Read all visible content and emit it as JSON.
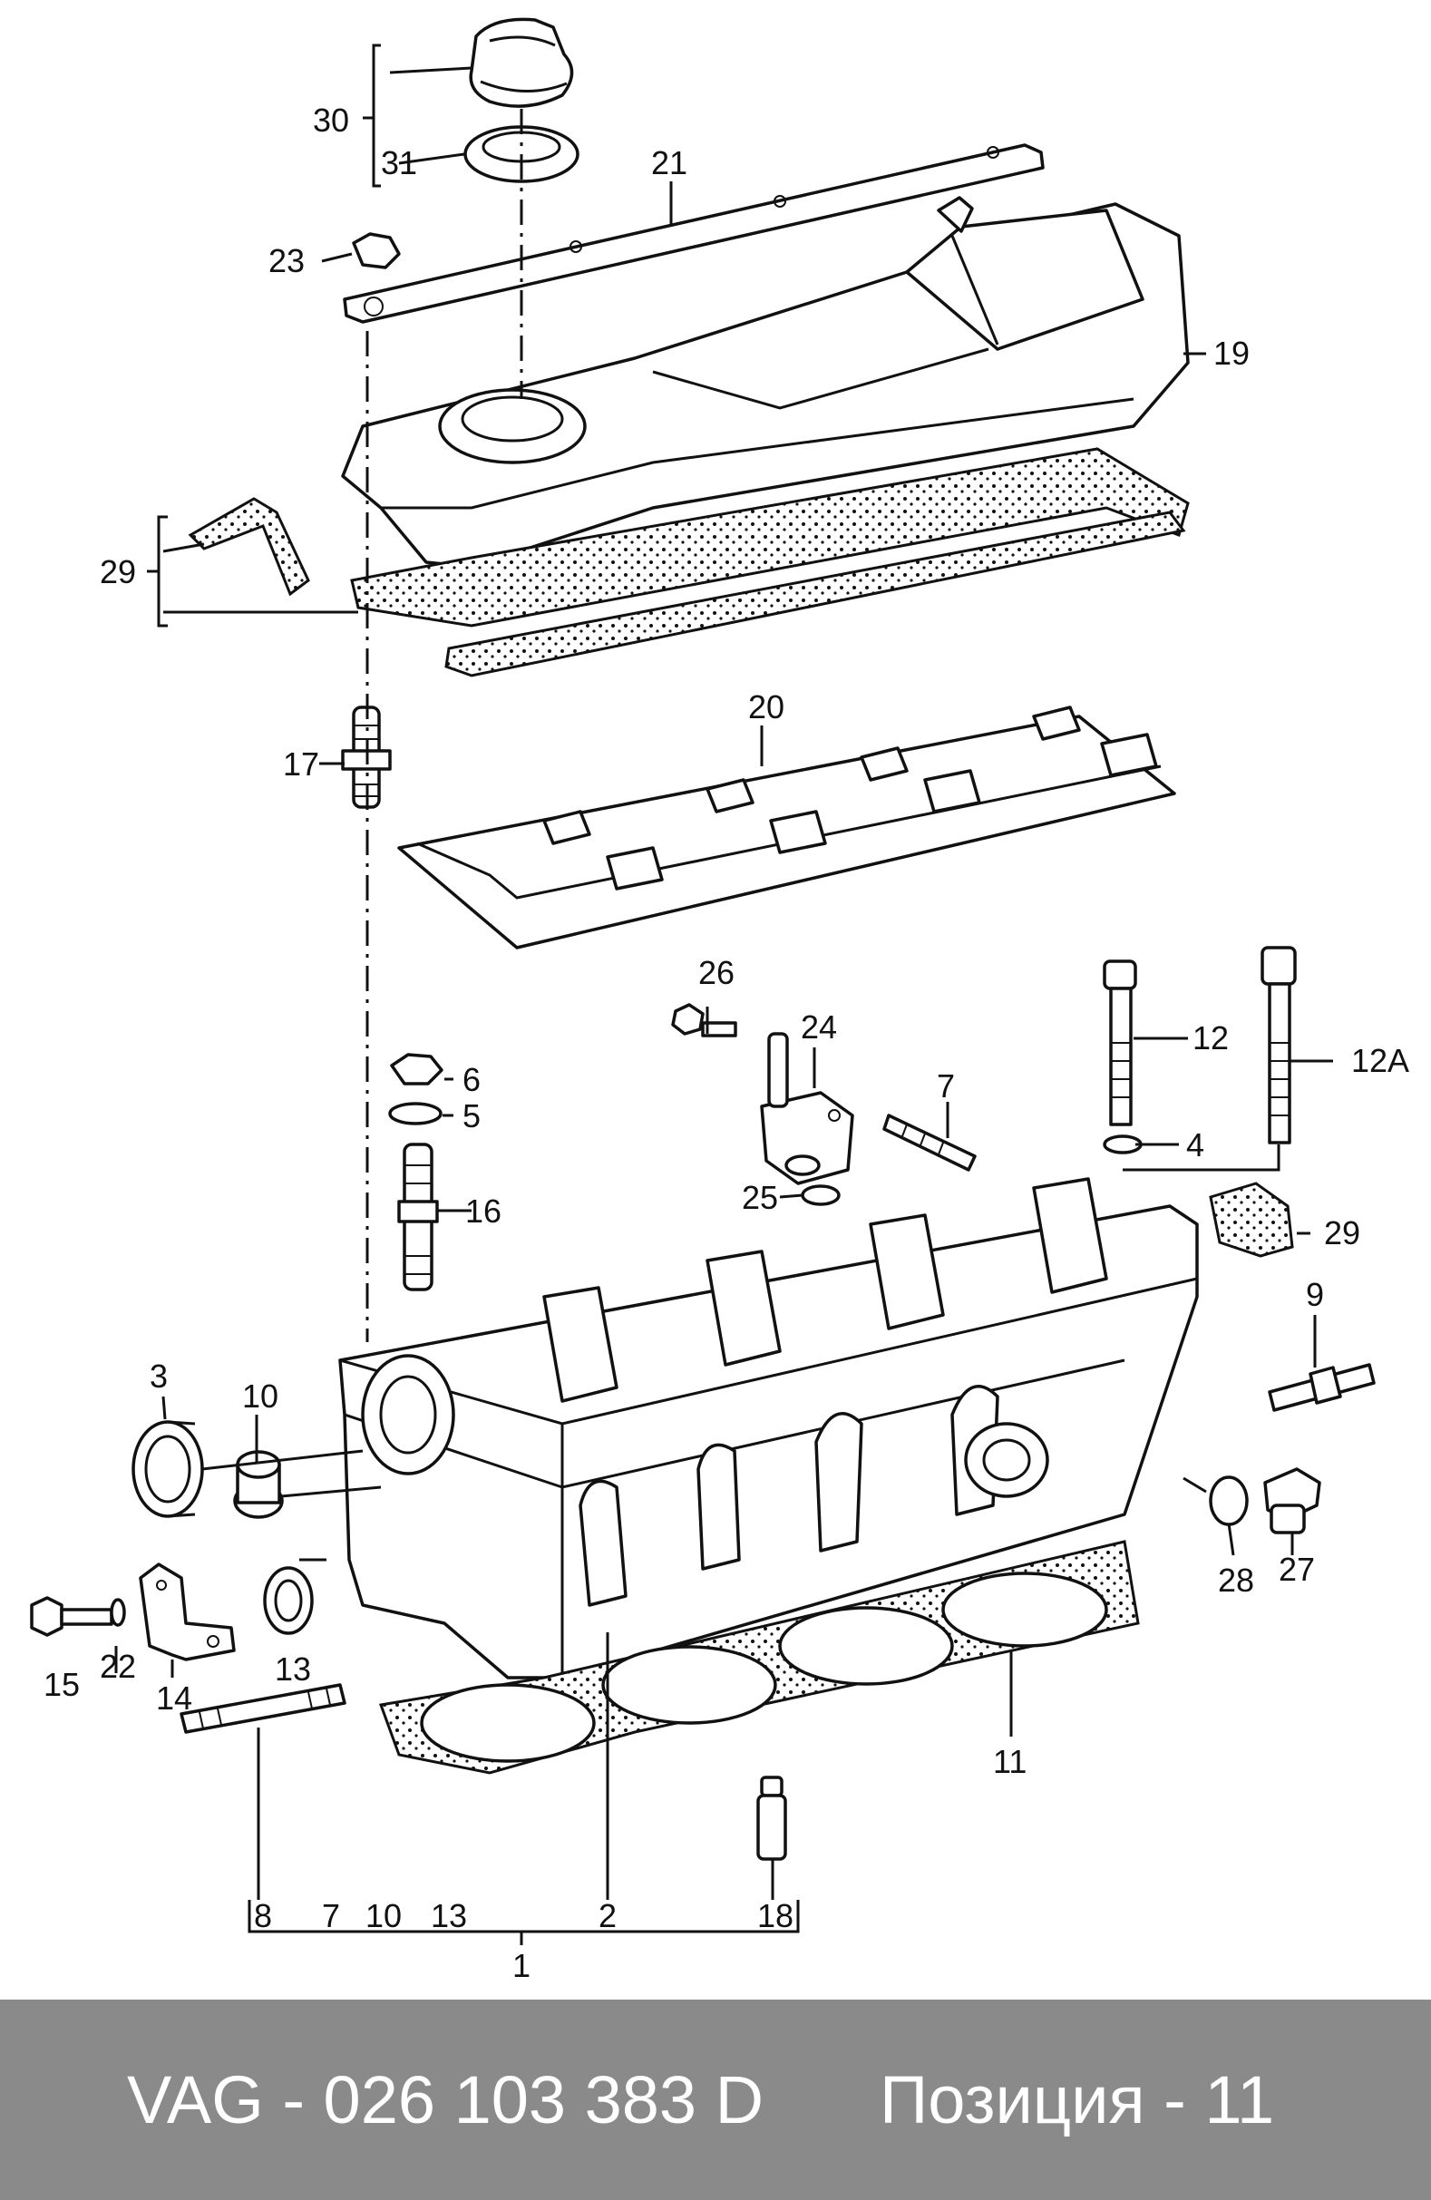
{
  "diagram": {
    "labels": {
      "l30": "30",
      "l31": "31",
      "l21": "21",
      "l23": "23",
      "l19": "19",
      "l29a": "29",
      "l20": "20",
      "l17": "17",
      "l26": "26",
      "l24": "24",
      "l12": "12",
      "l12A": "12A",
      "l6": "6",
      "l5": "5",
      "l7a": "7",
      "l4": "4",
      "l16": "16",
      "l25": "25",
      "l29b": "29",
      "l9": "9",
      "l3": "3",
      "l10a": "10",
      "l28": "28",
      "l27": "27",
      "l13a": "13",
      "l15": "15",
      "l22": "22",
      "l14": "14",
      "l11": "11",
      "l18": "18",
      "l8": "8",
      "l7b": "7",
      "l10b": "10",
      "l13b": "13",
      "l2": "2",
      "l1": "1"
    }
  },
  "footer": {
    "part_code": "VAG - 026 103 383 D",
    "position": "Позиция - 11"
  }
}
